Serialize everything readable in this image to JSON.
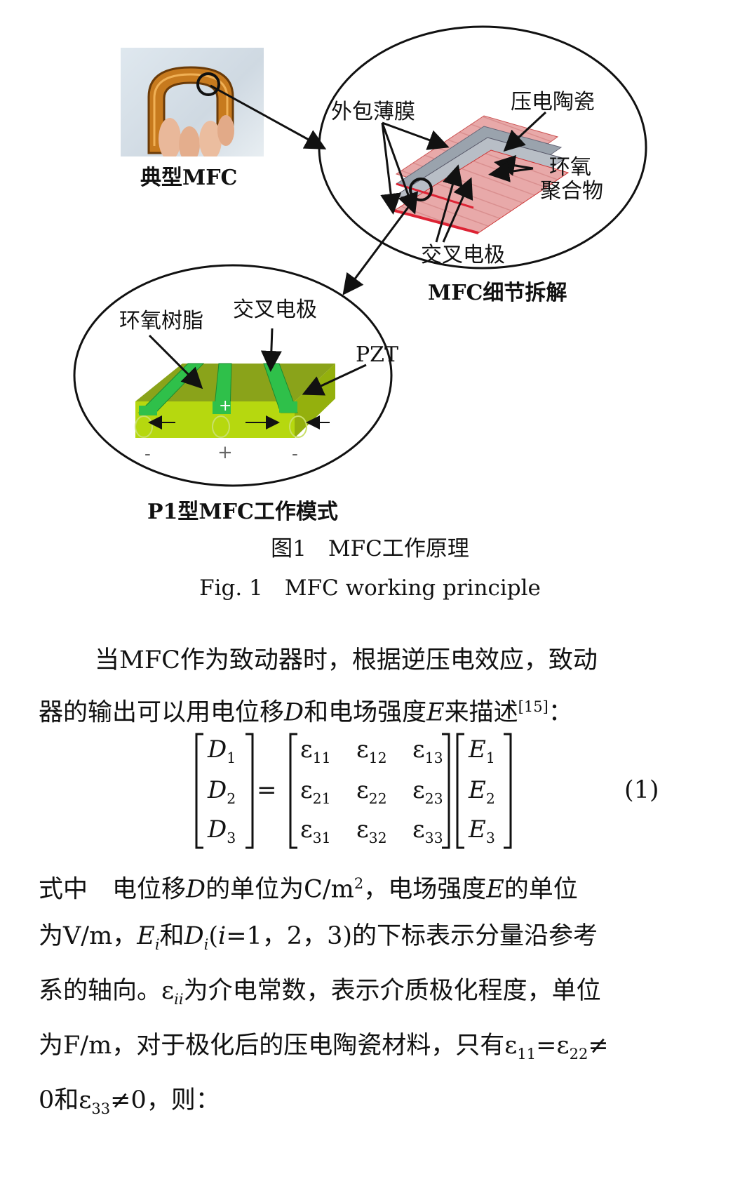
{
  "figure": {
    "photo_label": "典型MFC",
    "detail": {
      "title": "MFC细节拆解",
      "film": "外包薄膜",
      "ceramic": "压电陶瓷",
      "epoxy_line1": "环氧",
      "epoxy_line2": "聚合物",
      "electrode": "交叉电极"
    },
    "mode": {
      "title": "P1型MFC工作模式",
      "resin": "环氧树脂",
      "electrode": "交叉电极",
      "pzt": "PZT",
      "plus": "+",
      "minus": "-"
    },
    "caption_cn": "图1　MFC工作原理",
    "caption_en": "Fig. 1　MFC working principle"
  },
  "para1": {
    "line1": "当MFC作为致动器时，根据逆压电效应，致动",
    "line2_a": "器的输出可以用电位移",
    "line2_D": "D",
    "line2_b": "和电场强度",
    "line2_E": "E",
    "line2_c": "来描述",
    "line2_ref": "[15]",
    "line2_d": "："
  },
  "equation": {
    "D": [
      "D",
      "D",
      "D"
    ],
    "E": [
      "E",
      "E",
      "E"
    ],
    "sub": [
      "1",
      "2",
      "3"
    ],
    "eps": "ε",
    "eps_sub": [
      [
        "11",
        "12",
        "13"
      ],
      [
        "21",
        "22",
        "23"
      ],
      [
        "31",
        "32",
        "33"
      ]
    ],
    "equals": "=",
    "number": "(1)"
  },
  "para2": {
    "l1_a": "式中　电位移",
    "l1_D": "D",
    "l1_b": "的单位为C/m",
    "l1_sup": "2",
    "l1_c": "，电场强度",
    "l1_E": "E",
    "l1_d": "的单位",
    "l2_a": "为V/m，",
    "l2_E": "E",
    "l2_i1": "i",
    "l2_b": "和",
    "l2_D": "D",
    "l2_i2": "i",
    "l2_c": "(",
    "l2_i3": "i",
    "l2_d": "=1，2，3)的下标表示分量沿参考",
    "l3_a": "系的轴向。",
    "l3_eps": "ε",
    "l3_ii": "ii",
    "l3_b": "为介电常数，表示介质极化程度，单位",
    "l4_a": "为F/m，对于极化后的压电陶瓷材料，只有",
    "l4_e1": "ε",
    "l4_s1": "11",
    "l4_eq": "=",
    "l4_e2": "ε",
    "l4_s2": "22",
    "l4_ne": "≠",
    "l5_a": "0和",
    "l5_e": "ε",
    "l5_s": "33",
    "l5_b": "≠0，则："
  }
}
